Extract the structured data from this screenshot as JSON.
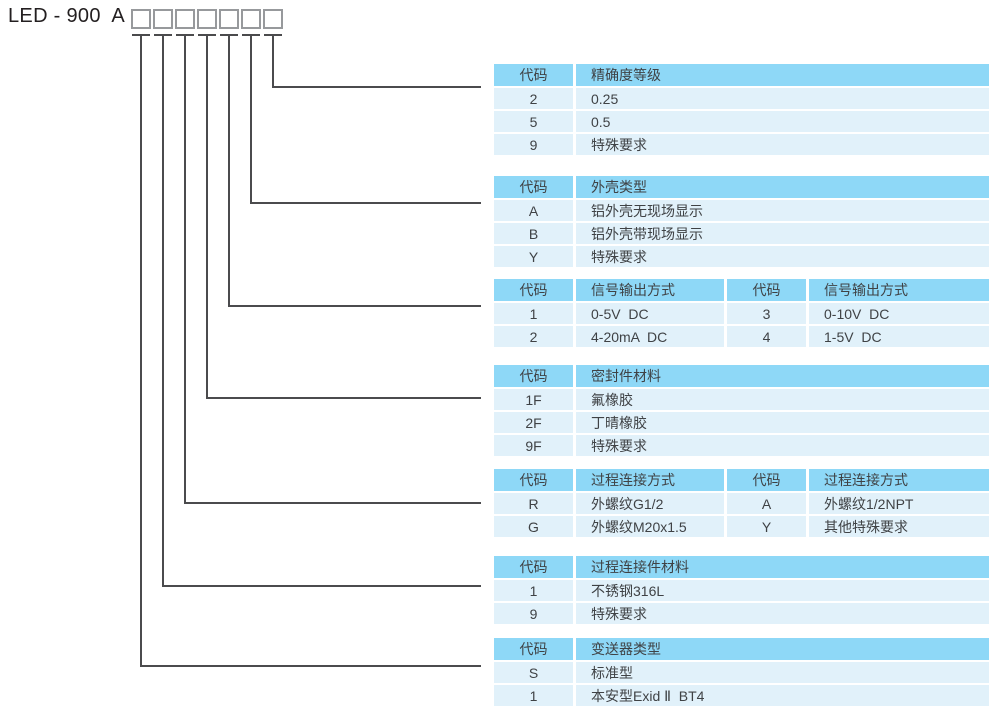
{
  "header": {
    "model_prefix": "LED - 900  A",
    "digit_box_count": 7
  },
  "colors": {
    "table_header_bg": "#8ed8f7",
    "table_row_bg": "#e1f1fa",
    "connector_line": "#4b4b4d",
    "box_border": "#97999c",
    "text": "#3f4245"
  },
  "tables": [
    {
      "name": "accuracy-class",
      "header": [
        "代码",
        "精确度等级"
      ],
      "rows": [
        [
          "2",
          "0.25"
        ],
        [
          "5",
          "0.5"
        ],
        [
          "9",
          "特殊要求"
        ]
      ]
    },
    {
      "name": "housing-type",
      "header": [
        "代码",
        "外壳类型"
      ],
      "rows": [
        [
          "A",
          "铝外壳无现场显示"
        ],
        [
          "B",
          "铝外壳带现场显示"
        ],
        [
          "Y",
          "特殊要求"
        ]
      ]
    },
    {
      "name": "signal-output",
      "header": [
        "代码",
        "信号输出方式",
        "代码",
        "信号输出方式"
      ],
      "rows": [
        [
          "1",
          "0-5V  DC",
          "3",
          "0-10V  DC"
        ],
        [
          "2",
          "4-20mA  DC",
          "4",
          "1-5V  DC"
        ]
      ]
    },
    {
      "name": "seal-material",
      "header": [
        "代码",
        "密封件材料"
      ],
      "rows": [
        [
          "1F",
          "氟橡胶"
        ],
        [
          "2F",
          "丁晴橡胶"
        ],
        [
          "9F",
          "特殊要求"
        ]
      ]
    },
    {
      "name": "process-connection",
      "header": [
        "代码",
        "过程连接方式",
        "代码",
        "过程连接方式"
      ],
      "rows": [
        [
          "R",
          "外螺纹G1/2",
          "A",
          "外螺纹1/2NPT"
        ],
        [
          "G",
          "外螺纹M20x1.5",
          "Y",
          "其他特殊要求"
        ]
      ]
    },
    {
      "name": "connection-material",
      "header": [
        "代码",
        "过程连接件材料"
      ],
      "rows": [
        [
          "1",
          "不锈钢316L"
        ],
        [
          "9",
          "特殊要求"
        ]
      ]
    },
    {
      "name": "transmitter-type",
      "header": [
        "代码",
        "变送器类型"
      ],
      "rows": [
        [
          "S",
          "标准型"
        ],
        [
          "1",
          "本安型Exid Ⅱ  BT4"
        ]
      ]
    }
  ]
}
